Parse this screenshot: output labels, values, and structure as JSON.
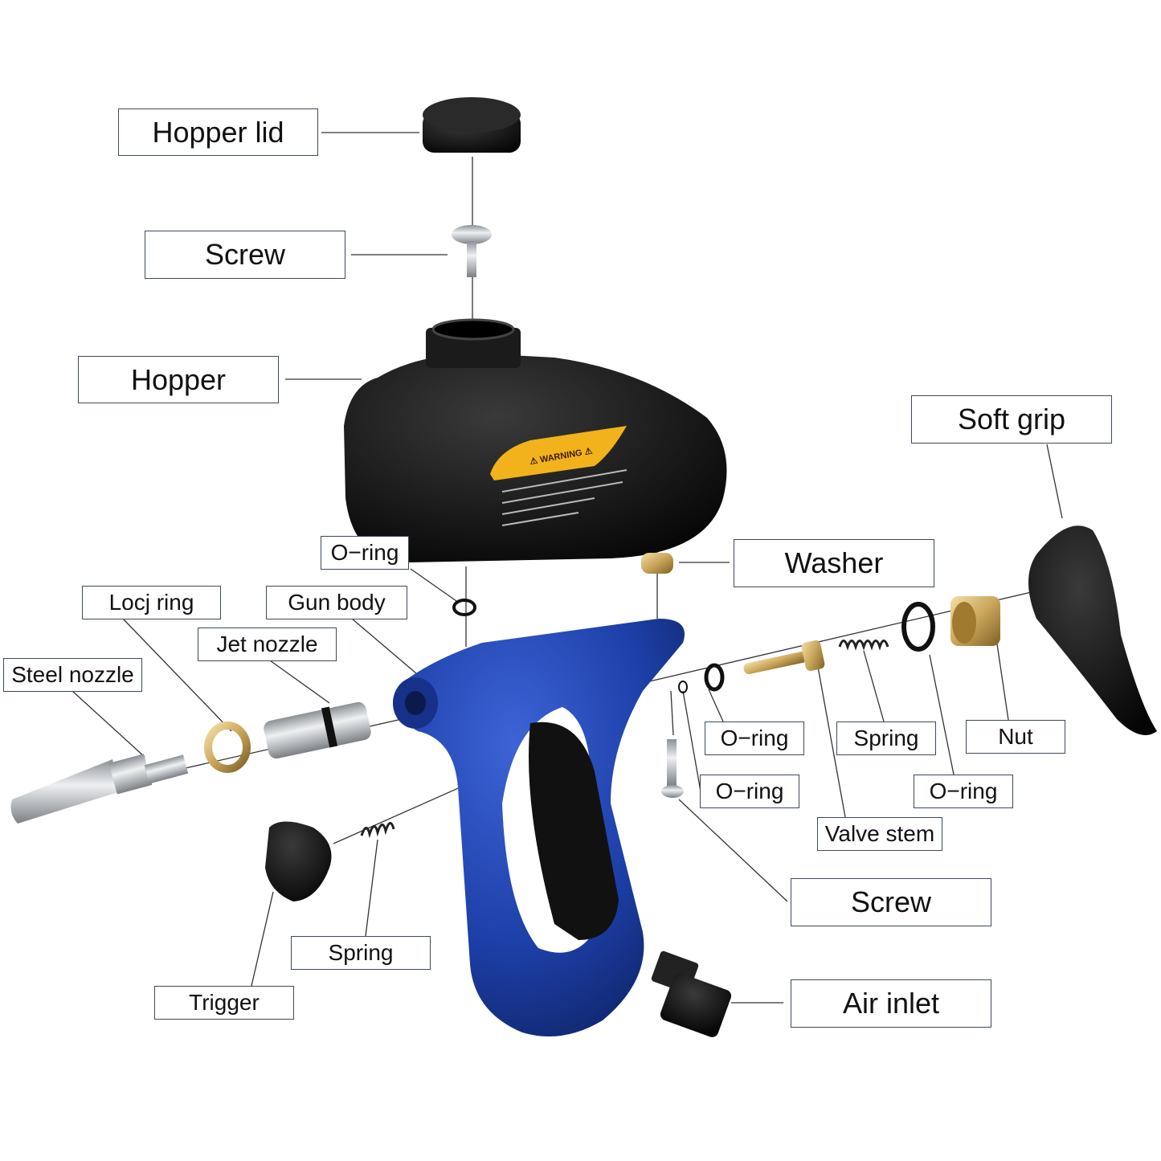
{
  "diagram": {
    "labels": {
      "hopper_lid": "Hopper lid",
      "screw_top": "Screw",
      "hopper": "Hopper",
      "soft_grip": "Soft grip",
      "o_ring_top": "O−ring",
      "washer": "Washer",
      "lock_ring": "Locj ring",
      "gun_body": "Gun body",
      "jet_nozzle": "Jet nozzle",
      "steel_nozzle": "Steel nozzle",
      "o_ring_mid": "O−ring",
      "spring_valve": "Spring",
      "nut": "Nut",
      "o_ring_low": "O−ring",
      "o_ring_right": "O−ring",
      "valve_stem": "Valve stem",
      "screw_bottom": "Screw",
      "spring_trigger": "Spring",
      "trigger": "Trigger",
      "air_inlet": "Air inlet"
    },
    "hopper_warning_text": "WARNING",
    "colors": {
      "gun_body": "#1d3fa8",
      "hopper": "#0e0e0e",
      "warning": "#f2b21c",
      "brass": "#c9a55a",
      "steel": "#c4c7cc",
      "label_border": "#3d4a5c"
    }
  }
}
